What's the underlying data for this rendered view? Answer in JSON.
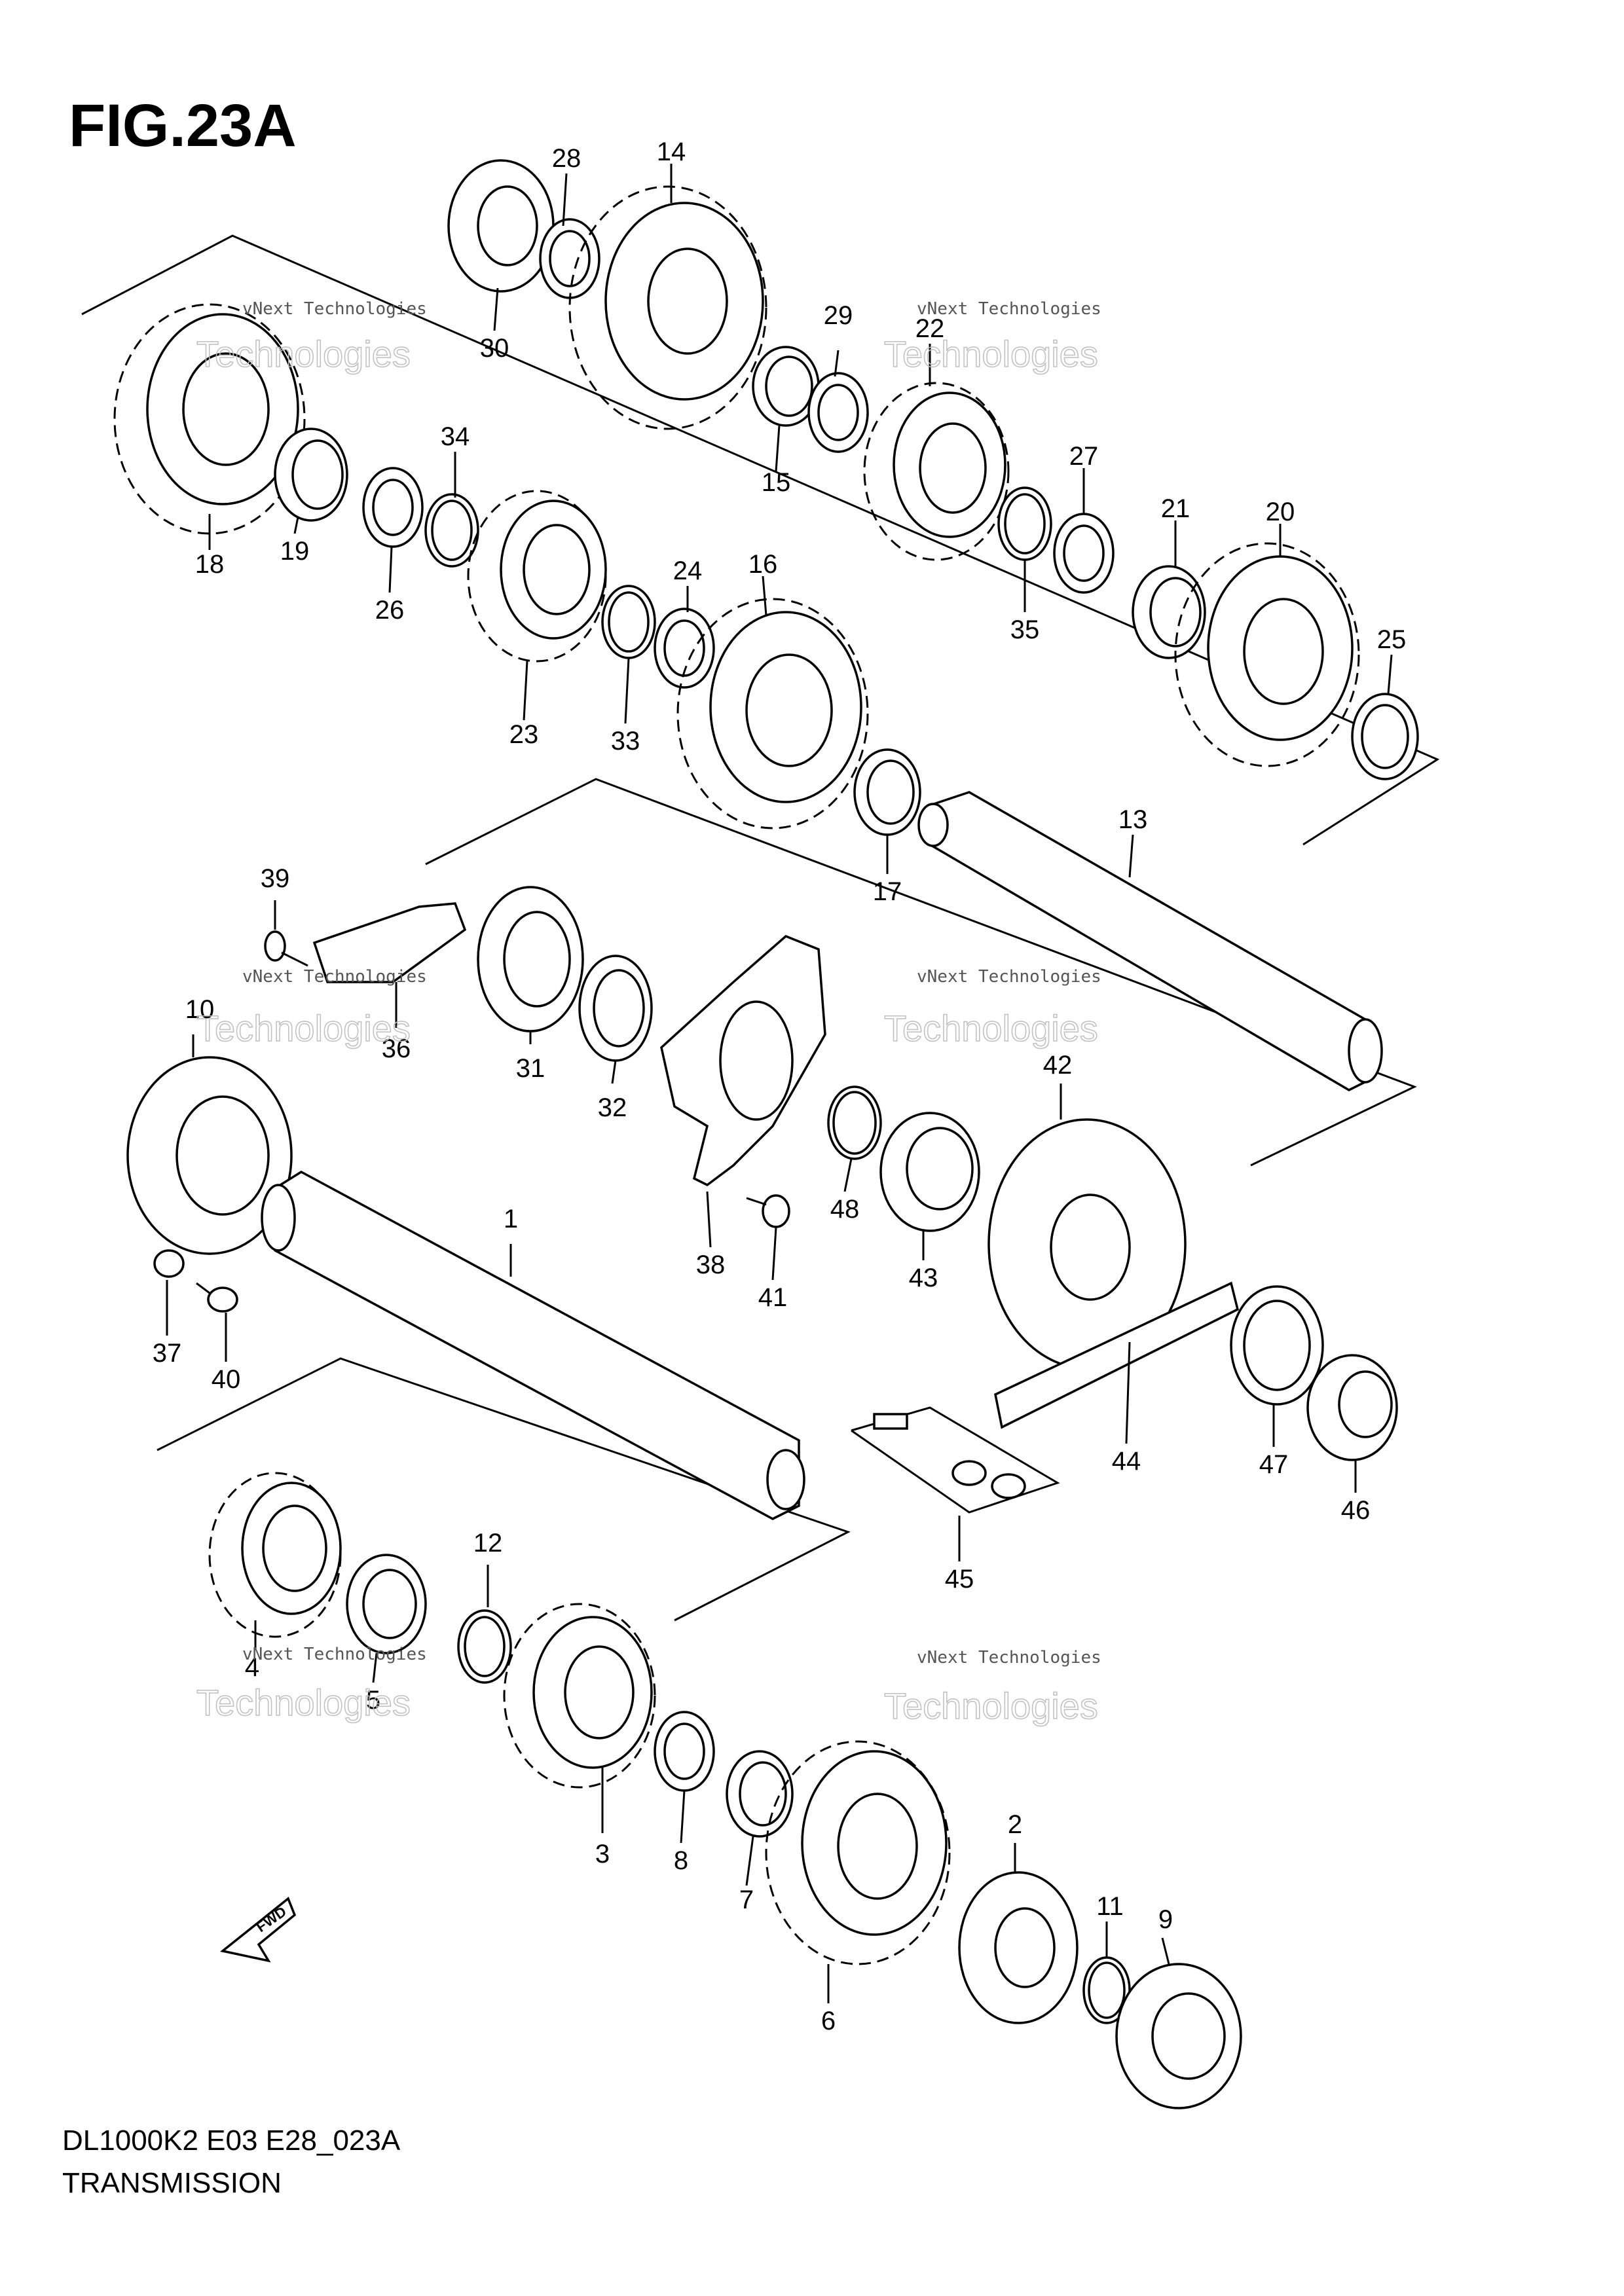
{
  "figure": {
    "title": "FIG.23A",
    "code": "DL1000K2 E03 E28_023A",
    "name": "TRANSMISSION"
  },
  "watermark": {
    "line1": "vNext Technologies",
    "line2": "Technologies"
  },
  "direction_arrow": "FWD",
  "part_numbers": [
    "1",
    "2",
    "3",
    "4",
    "5",
    "6",
    "7",
    "8",
    "9",
    "10",
    "11",
    "12",
    "13",
    "14",
    "15",
    "16",
    "17",
    "18",
    "19",
    "20",
    "21",
    "22",
    "23",
    "24",
    "25",
    "26",
    "27",
    "28",
    "29",
    "30",
    "31",
    "32",
    "33",
    "34",
    "35",
    "36",
    "37",
    "38",
    "39",
    "40",
    "41",
    "42",
    "43",
    "44",
    "45",
    "46",
    "47",
    "48"
  ]
}
